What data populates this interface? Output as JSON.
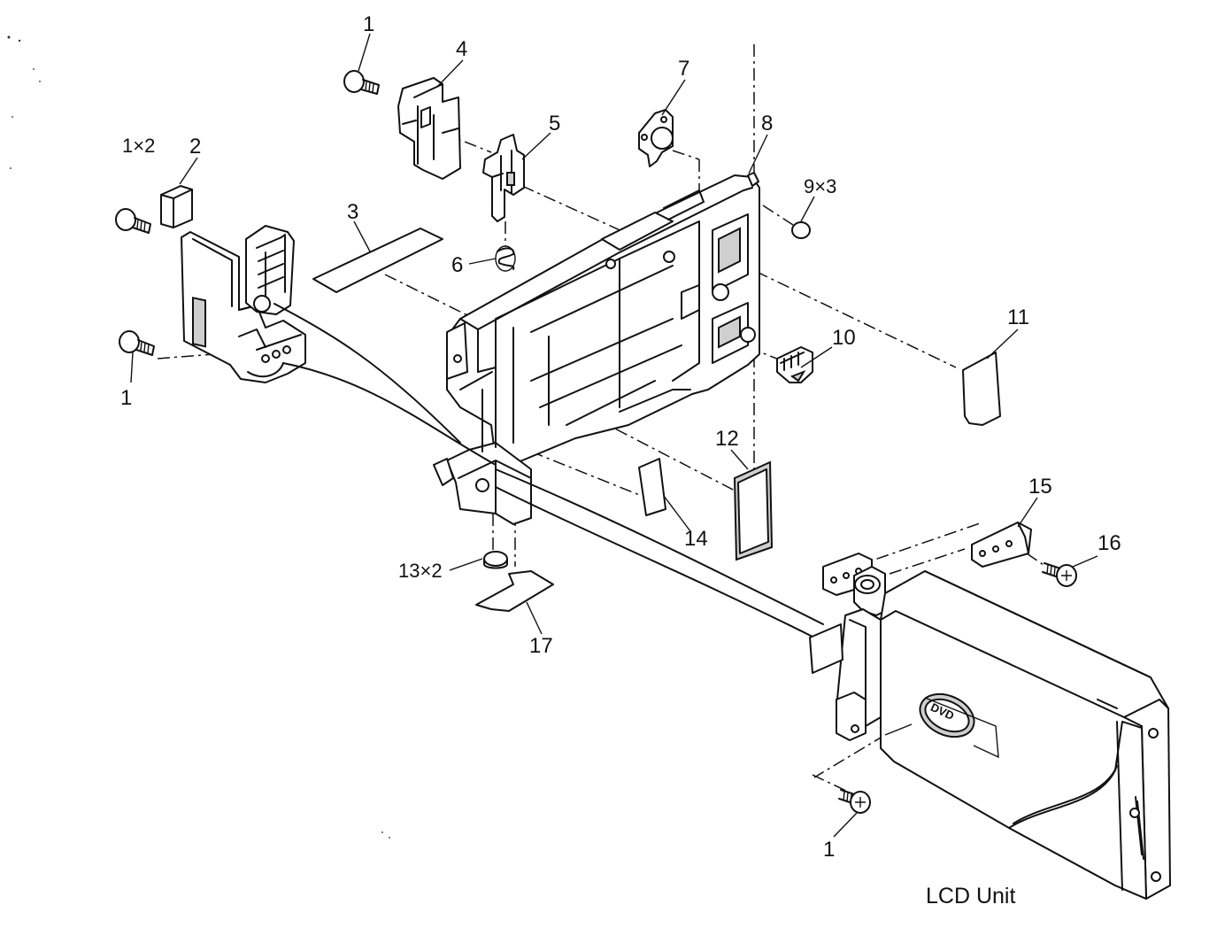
{
  "diagram": {
    "caption": "LCD Unit",
    "callouts": [
      {
        "id": "c-1a",
        "label": "1"
      },
      {
        "id": "c-4",
        "label": "4"
      },
      {
        "id": "c-7",
        "label": "7"
      },
      {
        "id": "c-8",
        "label": "8"
      },
      {
        "id": "c-1x2",
        "label": "1×2"
      },
      {
        "id": "c-2",
        "label": "2"
      },
      {
        "id": "c-5",
        "label": "5"
      },
      {
        "id": "c-9x3",
        "label": "9×3"
      },
      {
        "id": "c-3",
        "label": "3"
      },
      {
        "id": "c-6",
        "label": "6"
      },
      {
        "id": "c-11",
        "label": "11"
      },
      {
        "id": "c-10",
        "label": "10"
      },
      {
        "id": "c-1b",
        "label": "1"
      },
      {
        "id": "c-12",
        "label": "12"
      },
      {
        "id": "c-14",
        "label": "14"
      },
      {
        "id": "c-15",
        "label": "15"
      },
      {
        "id": "c-16",
        "label": "16"
      },
      {
        "id": "c-13x2",
        "label": "13×2"
      },
      {
        "id": "c-17",
        "label": "17"
      },
      {
        "id": "c-1c",
        "label": "1"
      }
    ],
    "logo_text": "DVD"
  }
}
